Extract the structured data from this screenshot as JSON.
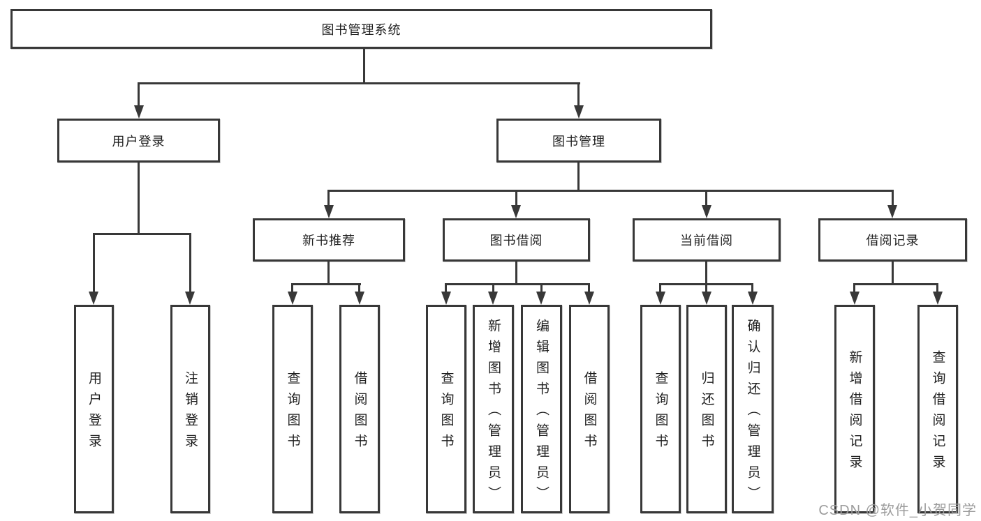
{
  "diagram": {
    "title_node": "图书管理系统",
    "level2": {
      "user_login": "用户登录",
      "book_mgmt": "图书管理"
    },
    "level3": {
      "new_book": "新书推荐",
      "book_borrow": "图书借阅",
      "current_borrow": "当前借阅",
      "borrow_record": "借阅记录"
    },
    "leaves": {
      "user_login": [
        "用户登录",
        "注销登录"
      ],
      "new_book": [
        "查询图书",
        "借阅图书"
      ],
      "book_borrow": [
        "查询图书",
        "新增图书（管理员）",
        "编辑图书（管理员）",
        "借阅图书"
      ],
      "current_borrow": [
        "查询图书",
        "归还图书",
        "确认归还（管理员）"
      ],
      "borrow_record": [
        "新增借阅记录",
        "查询借阅记录"
      ]
    },
    "colors": {
      "line": "#383838",
      "text": "#1f1f1f",
      "watermark": "#9c9c9c",
      "background": "#ffffff"
    },
    "watermark": "CSDN @软件_小贺同学"
  }
}
